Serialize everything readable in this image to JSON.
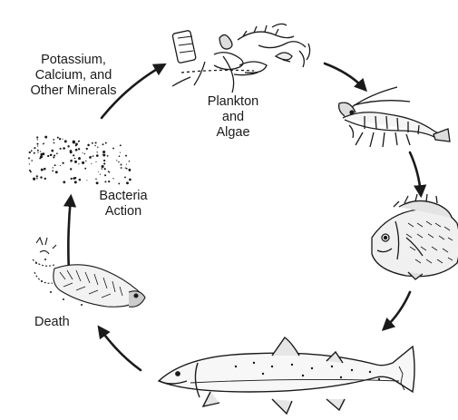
{
  "cycle": {
    "stages": [
      {
        "id": "plankton",
        "label_lines": [
          "Plankton",
          "and",
          "Algae"
        ],
        "icon": "plankton-algae-icon"
      },
      {
        "id": "shrimp",
        "label_lines": [],
        "icon": "shrimp-icon"
      },
      {
        "id": "small-fish",
        "label_lines": [],
        "icon": "small-fish-icon"
      },
      {
        "id": "salmon",
        "label_lines": [],
        "icon": "salmon-icon"
      },
      {
        "id": "death",
        "label_lines": [
          "Death"
        ],
        "icon": "decaying-fish-icon"
      },
      {
        "id": "bacteria",
        "label_lines": [
          "Bacteria",
          "Action"
        ],
        "icon": "bacteria-particles-icon"
      },
      {
        "id": "minerals",
        "label_lines": [
          "Potassium,",
          "Calcium, and",
          "Other Minerals"
        ],
        "icon": ""
      }
    ]
  },
  "labels": {
    "minerals": {
      "l1": "Potassium,",
      "l2": "Calcium, and",
      "l3": "Other Minerals"
    },
    "plankton": {
      "l1": "Plankton",
      "l2": "and",
      "l3": "Algae"
    },
    "bacteria": {
      "l1": "Bacteria",
      "l2": "Action"
    },
    "death": {
      "l1": "Death"
    }
  },
  "colors": {
    "ink": "#1a1a1a",
    "background": "#ffffff"
  }
}
